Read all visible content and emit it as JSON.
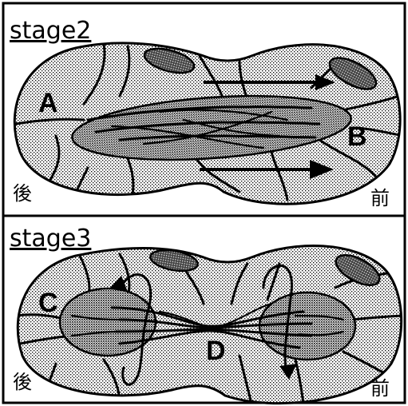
{
  "panels": [
    {
      "title": "stage2",
      "labels": {
        "a": "A",
        "b": "B"
      },
      "rear": "後",
      "front": "前"
    },
    {
      "title": "stage3",
      "labels": {
        "c": "C",
        "d": "D"
      },
      "rear": "後",
      "front": "前"
    }
  ]
}
